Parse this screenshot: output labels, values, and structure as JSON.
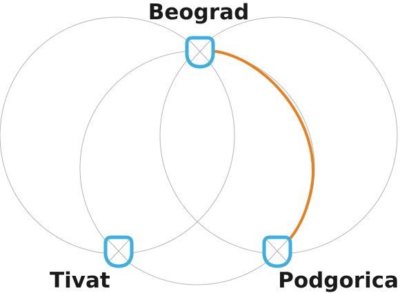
{
  "cities": {
    "beograd": "Beograd",
    "tivat": "Tivat",
    "podgorica": "Podgorica"
  },
  "colors": {
    "node": "#3AAFE4",
    "route": "#E8801E",
    "ring": "#B3B3B3",
    "label": "#1A1A1A"
  },
  "routes": [
    {
      "from": "Beograd",
      "to": "Podgorica"
    }
  ]
}
